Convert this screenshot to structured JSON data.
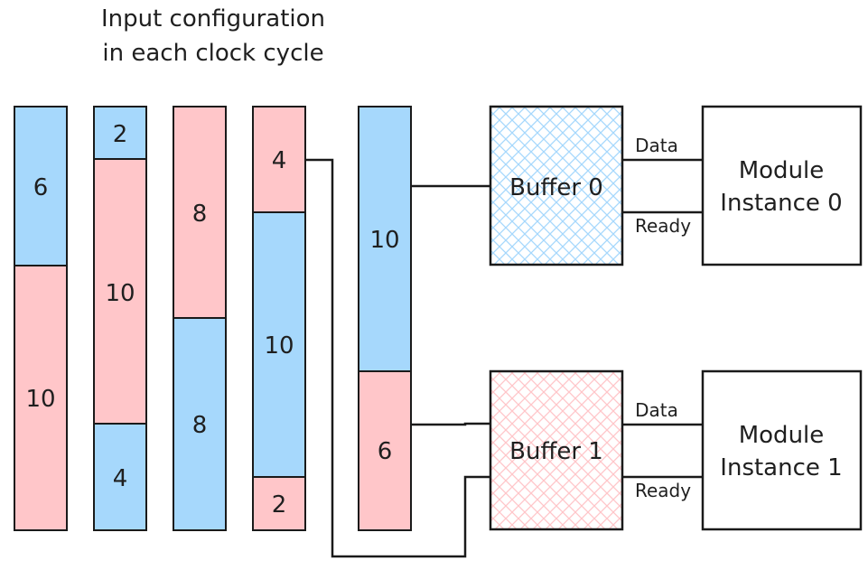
{
  "title": {
    "line1": "Input configuration",
    "line2": "in each clock cycle"
  },
  "colors": {
    "blue": "#a6d8fc",
    "pink": "#ffc6c9",
    "stroke": "#1a1a1a",
    "buffer0_hatch": "#a6d8fc",
    "buffer1_hatch": "#ffc6c9"
  },
  "cycles": [
    {
      "segments": [
        {
          "label": "6",
          "color": "blue"
        },
        {
          "label": "10",
          "color": "pink"
        }
      ]
    },
    {
      "segments": [
        {
          "label": "2",
          "color": "blue"
        },
        {
          "label": "10",
          "color": "pink"
        },
        {
          "label": "4",
          "color": "blue"
        }
      ]
    },
    {
      "segments": [
        {
          "label": "8",
          "color": "pink"
        },
        {
          "label": "8",
          "color": "blue"
        }
      ]
    },
    {
      "segments": [
        {
          "label": "4",
          "color": "pink"
        },
        {
          "label": "10",
          "color": "blue"
        },
        {
          "label": "2",
          "color": "pink"
        }
      ]
    }
  ],
  "combined": {
    "segments": [
      {
        "label": "10",
        "color": "blue"
      },
      {
        "label": "6",
        "color": "pink"
      }
    ]
  },
  "buffers": [
    {
      "label": "Buffer 0"
    },
    {
      "label": "Buffer 1"
    }
  ],
  "modules": [
    {
      "line1": "Module",
      "line2": "Instance 0"
    },
    {
      "line1": "Module",
      "line2": "Instance 1"
    }
  ],
  "signals": {
    "data": "Data",
    "ready": "Ready"
  }
}
